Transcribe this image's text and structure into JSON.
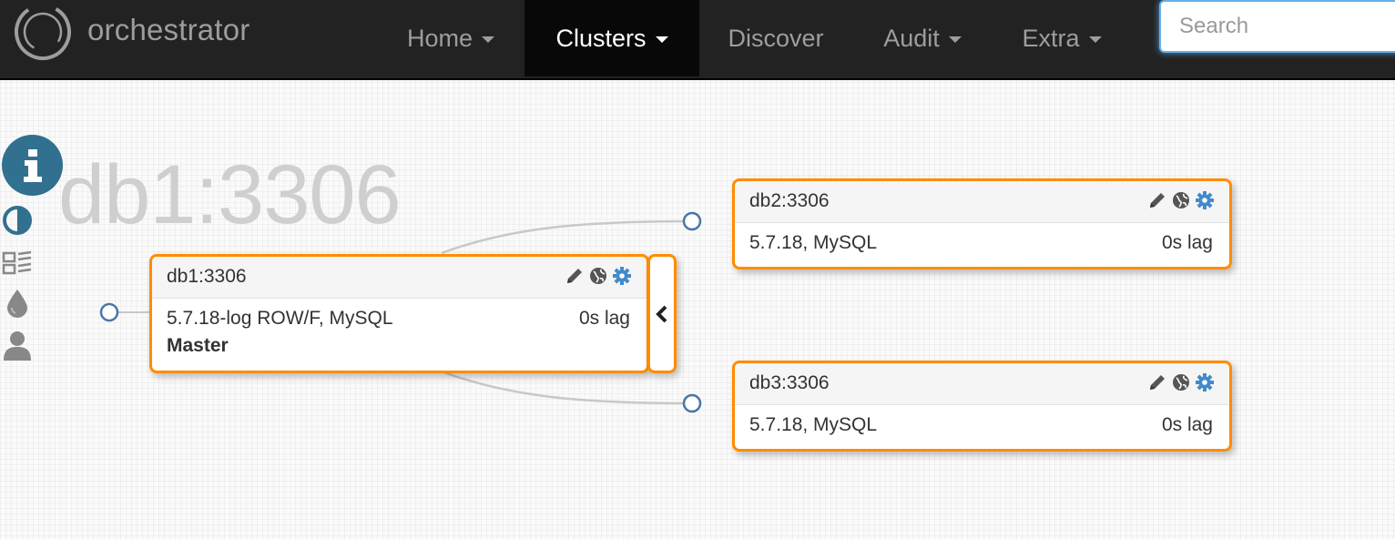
{
  "brand": {
    "name": "orchestrator"
  },
  "nav": {
    "home": "Home",
    "clusters": "Clusters",
    "discover": "Discover",
    "audit": "Audit",
    "extra": "Extra"
  },
  "search": {
    "placeholder": "Search",
    "value": ""
  },
  "cluster": {
    "title": "db1:3306"
  },
  "instances": {
    "master": {
      "name": "db1:3306",
      "version": "5.7.18-log ROW/F, MySQL",
      "lag": "0s lag",
      "role": "Master"
    },
    "replica1": {
      "name": "db2:3306",
      "version": "5.7.18, MySQL",
      "lag": "0s lag"
    },
    "replica2": {
      "name": "db3:3306",
      "version": "5.7.18, MySQL",
      "lag": "0s lag"
    }
  },
  "colors": {
    "navbar": "#222222",
    "nav_active": "#080808",
    "instance_border": "#ff8c00",
    "node_circle": "#4a76a8",
    "info_button": "#31708f",
    "settings_icon": "#428bca"
  },
  "icons": [
    "orchestrator-logo-icon",
    "info-icon",
    "contrast-icon",
    "list-icon",
    "drop-icon",
    "user-icon",
    "pencil-icon",
    "globe-icon",
    "gear-icon",
    "chevron-left-icon"
  ]
}
